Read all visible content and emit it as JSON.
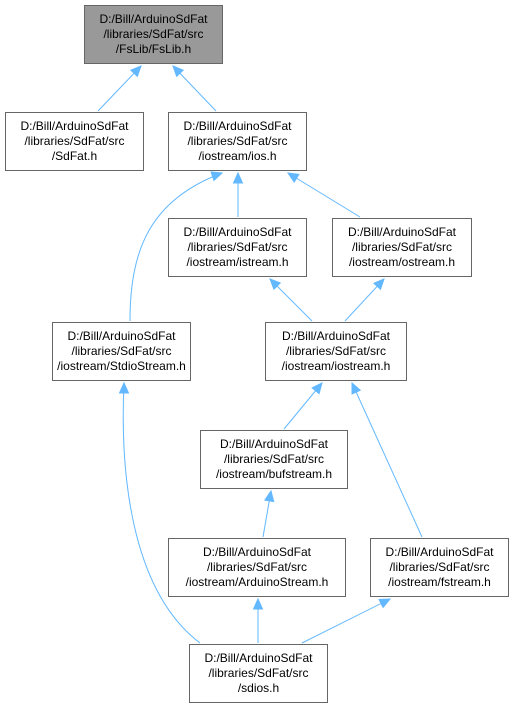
{
  "colors": {
    "edge": "#63b8ff",
    "node_border": "#666666",
    "current_fill": "#999999"
  },
  "nodes": [
    {
      "id": "fslib",
      "lines": [
        "D:/Bill/ArduinoSdFat",
        "/libraries/SdFat/src",
        "/FsLib/FsLib.h"
      ],
      "current": true
    },
    {
      "id": "sdfat",
      "lines": [
        "D:/Bill/ArduinoSdFat",
        "/libraries/SdFat/src",
        "/SdFat.h"
      ]
    },
    {
      "id": "ios",
      "lines": [
        "D:/Bill/ArduinoSdFat",
        "/libraries/SdFat/src",
        "/iostream/ios.h"
      ]
    },
    {
      "id": "istream",
      "lines": [
        "D:/Bill/ArduinoSdFat",
        "/libraries/SdFat/src",
        "/iostream/istream.h"
      ]
    },
    {
      "id": "ostream",
      "lines": [
        "D:/Bill/ArduinoSdFat",
        "/libraries/SdFat/src",
        "/iostream/ostream.h"
      ]
    },
    {
      "id": "stdiostream",
      "lines": [
        "D:/Bill/ArduinoSdFat",
        "/libraries/SdFat/src",
        "/iostream/StdioStream.h"
      ]
    },
    {
      "id": "iostream",
      "lines": [
        "D:/Bill/ArduinoSdFat",
        "/libraries/SdFat/src",
        "/iostream/iostream.h"
      ]
    },
    {
      "id": "bufstream",
      "lines": [
        "D:/Bill/ArduinoSdFat",
        "/libraries/SdFat/src",
        "/iostream/bufstream.h"
      ]
    },
    {
      "id": "arduinostream",
      "lines": [
        "D:/Bill/ArduinoSdFat",
        "/libraries/SdFat/src",
        "/iostream/ArduinoStream.h"
      ]
    },
    {
      "id": "fstream",
      "lines": [
        "D:/Bill/ArduinoSdFat",
        "/libraries/SdFat/src",
        "/iostream/fstream.h"
      ]
    },
    {
      "id": "sdios",
      "lines": [
        "D:/Bill/ArduinoSdFat",
        "/libraries/SdFat/src",
        "/sdios.h"
      ]
    }
  ],
  "edges": [
    {
      "from": "sdfat",
      "to": "fslib"
    },
    {
      "from": "ios",
      "to": "fslib"
    },
    {
      "from": "stdiostream",
      "to": "ios"
    },
    {
      "from": "istream",
      "to": "ios"
    },
    {
      "from": "ostream",
      "to": "ios"
    },
    {
      "from": "iostream",
      "to": "istream"
    },
    {
      "from": "iostream",
      "to": "ostream"
    },
    {
      "from": "sdios",
      "to": "stdiostream"
    },
    {
      "from": "bufstream",
      "to": "iostream"
    },
    {
      "from": "fstream",
      "to": "iostream"
    },
    {
      "from": "arduinostream",
      "to": "bufstream"
    },
    {
      "from": "sdios",
      "to": "arduinostream"
    },
    {
      "from": "sdios",
      "to": "fstream"
    }
  ]
}
